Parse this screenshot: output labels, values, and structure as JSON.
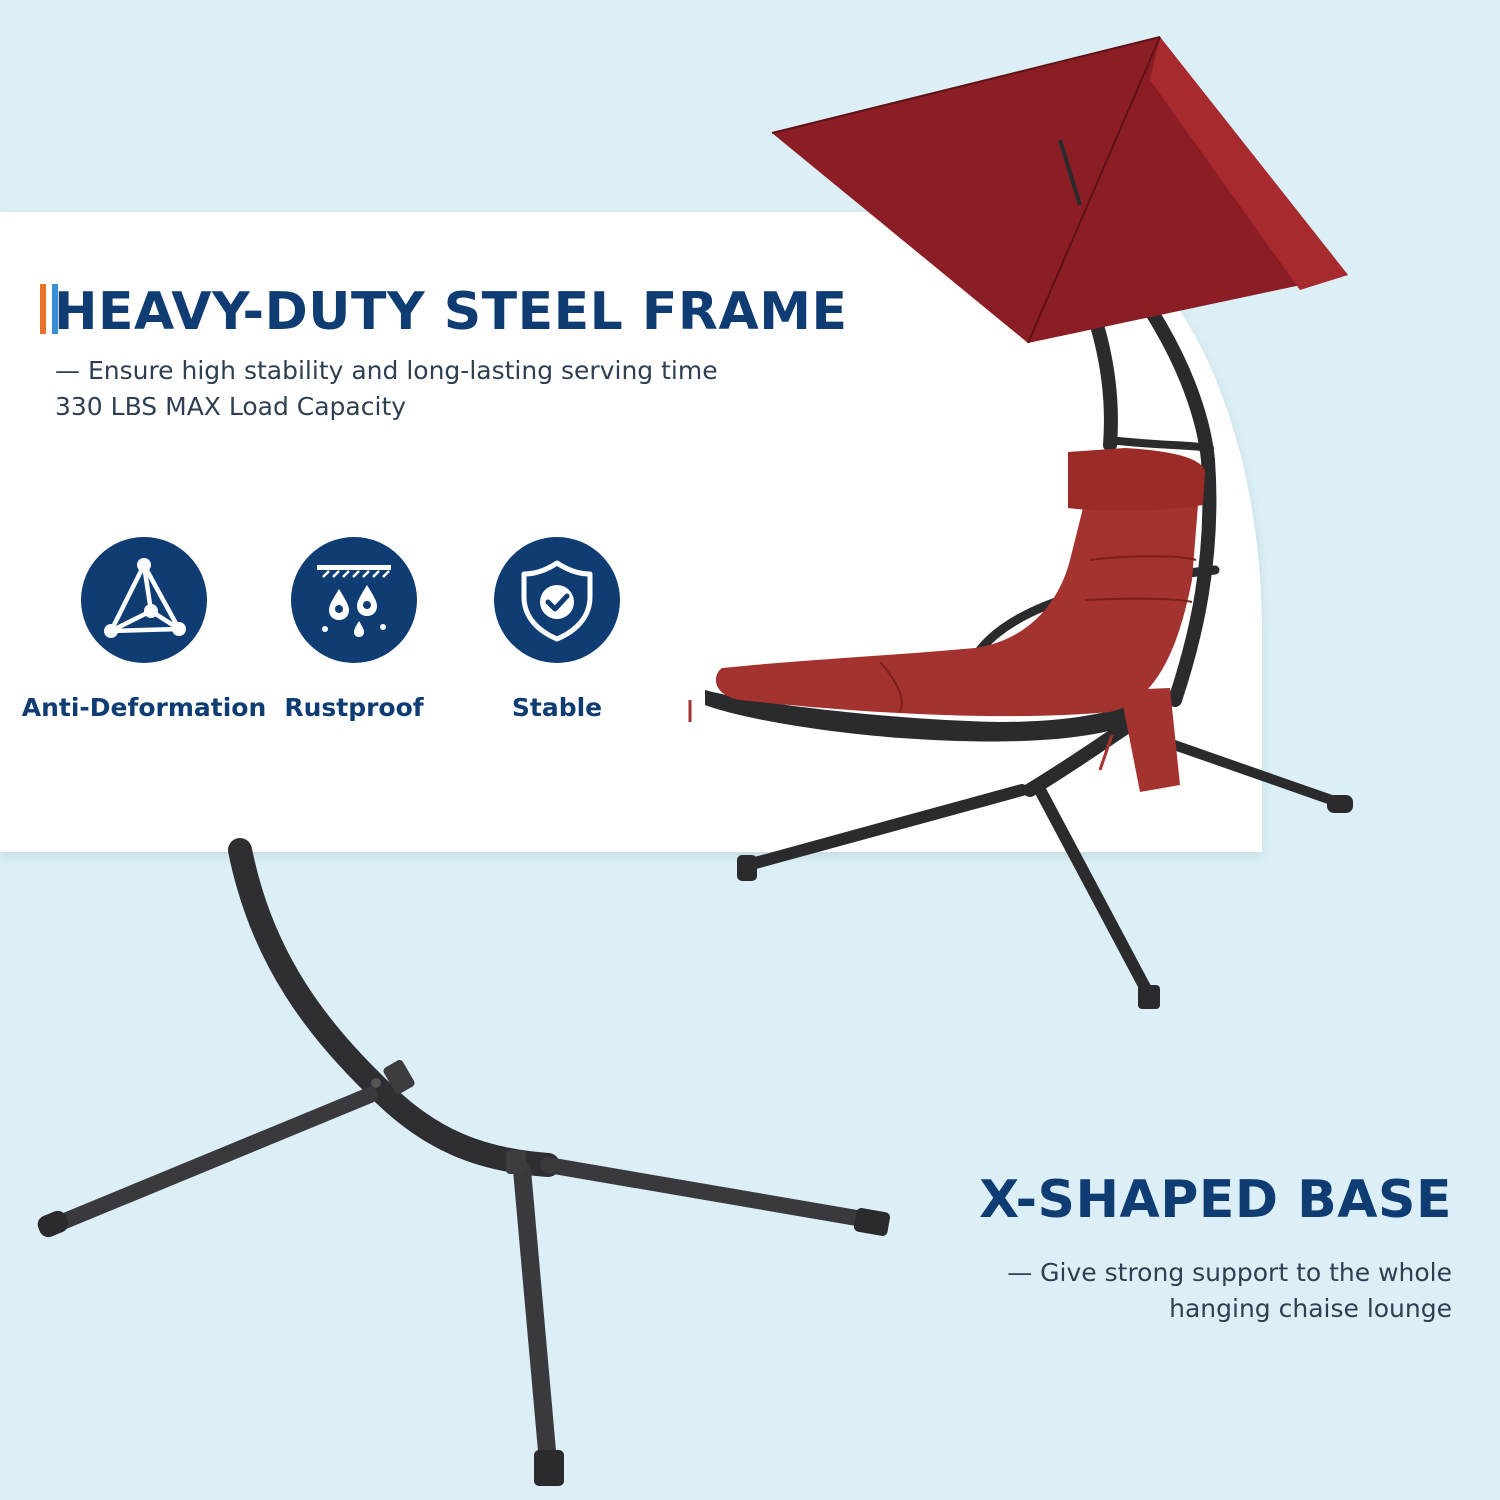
{
  "colors": {
    "background": "#dceff6",
    "card": "#ffffff",
    "navy": "#0f3d73",
    "text_gray": "#2f3f52",
    "accent_orange": "#e8742b",
    "accent_blue": "#3b8ed3",
    "canopy_red": "#8b1e24",
    "cushion_red": "#a4322e",
    "frame_dark": "#2b2b2e"
  },
  "header": {
    "title": "HEAVY-DUTY STEEL FRAME",
    "subtitle_line1": "— Ensure high stability and long-lasting serving time",
    "subtitle_line2": "330 LBS MAX Load Capacity"
  },
  "features": [
    {
      "label": "Anti-Deformation",
      "icon": "pyramid-structure-icon"
    },
    {
      "label": "Rustproof",
      "icon": "water-drops-icon"
    },
    {
      "label": "Stable",
      "icon": "shield-check-icon"
    }
  ],
  "base_section": {
    "title": "X-SHAPED BASE",
    "subtitle_line1": "— Give strong support to the whole",
    "subtitle_line2": "hanging chaise lounge"
  }
}
